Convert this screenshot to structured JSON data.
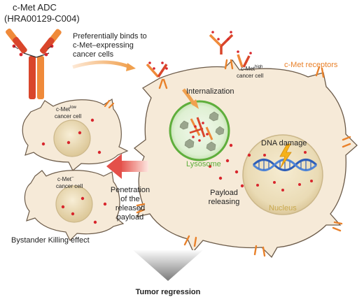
{
  "labels": {
    "adc_title": "c-Met ADC",
    "adc_code": "(HRA00129-C004)",
    "binds_line1": "Preferentially binds to",
    "binds_line2": "c-Met–expressing",
    "binds_line3": "cancer cells",
    "met_receptors": "c-Met receptors",
    "high_cell_prefix": "c-Met",
    "high_cell_sup": "high",
    "high_cell_suffix": "cancer cell",
    "internalization": "Internalization",
    "lysosome": "Lysosome",
    "dna_damage": "DNA damage",
    "nucleus": "Nucleus",
    "payload_line1": "Payload",
    "payload_line2": "releasing",
    "low_cell_prefix": "c-Met",
    "low_cell_sup": "low",
    "low_cell_suffix": "cancer cell",
    "neg_cell_prefix": "c-Met",
    "neg_cell_sup": "–",
    "neg_cell_suffix": "cancer cell",
    "penetration_line1": "Penetration",
    "penetration_line2": "of the",
    "penetration_line3": "released",
    "penetration_line4": "payload",
    "bystander": "Bystander Killing effect",
    "tumor_regression": "Tumor regression"
  },
  "colors": {
    "cell_fill": "#f6ead8",
    "cell_stroke": "#6b5a48",
    "receptor": "#e9812a",
    "antibody_orange": "#ef8a3a",
    "antibody_red": "#d9462b",
    "payload_dot": "#d8262d",
    "lysosome_green": "#5fae3c",
    "nucleus_fill": "#eee1be",
    "dna_blue": "#2f5fb8",
    "lightning": "#f5b21a",
    "accent_orange": "#e9812a",
    "arrow_gray": "#8c8c8c"
  }
}
